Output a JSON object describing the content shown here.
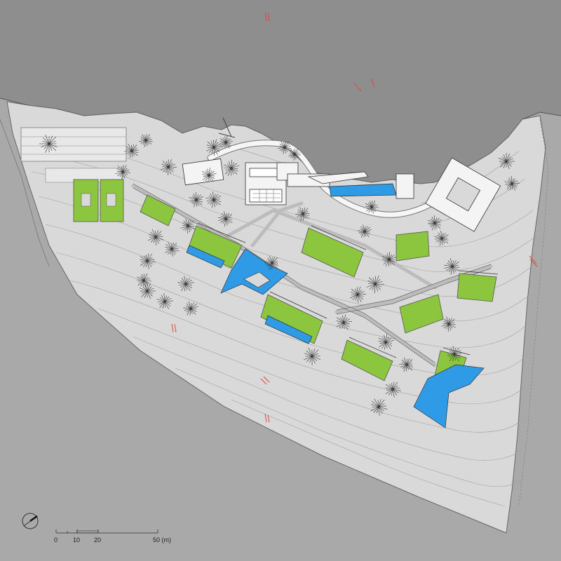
{
  "scale_bar": {
    "labels": [
      "0",
      "10",
      "20",
      "50 (m)"
    ],
    "values_m": [
      0,
      10,
      20,
      50
    ]
  },
  "icons": {
    "north_arrow": "compass-north-arrow-icon",
    "tree": "tree-symbol-icon"
  },
  "colors": {
    "sea": "#8e8e8e",
    "surround": "#a9a9a9",
    "site": "#d9d9d9",
    "green_roof": "#8cc63f",
    "pool": "#2f9be6",
    "building": "#f4f4f4",
    "contour": "#9a9a9a",
    "marker": "#e0463c"
  }
}
